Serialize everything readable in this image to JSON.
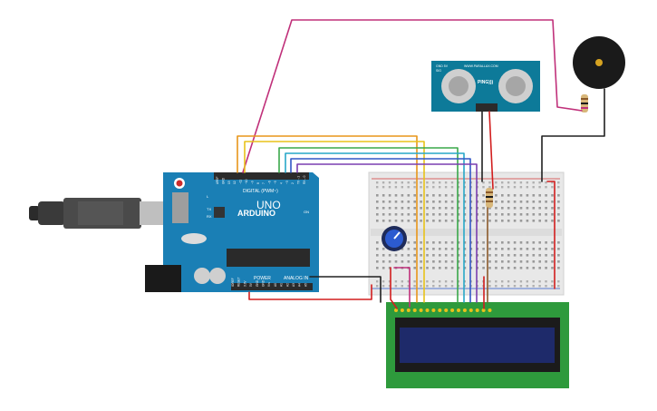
{
  "arduino": {
    "brand": "ARDUINO",
    "model": "UNO",
    "digital_label": "DIGITAL (PWM~)",
    "power_label": "POWER",
    "analog_label": "ANALOG IN",
    "pin_top": [
      "AREF",
      "GND",
      "13",
      "12",
      "~11",
      "~10",
      "~9",
      "8",
      "7",
      "~6",
      "~5",
      "4",
      "~3",
      "2",
      "TX→1",
      "RX←0"
    ],
    "pin_bottom": [
      "IOREF",
      "RESET",
      "3.3V",
      "5V",
      "GND",
      "GND",
      "Vin",
      "A0",
      "A1",
      "A2",
      "A3",
      "A4",
      "A5"
    ],
    "led_labels": [
      "L",
      "TX",
      "RX",
      "ON"
    ]
  },
  "sensor": {
    "name": "PING)))",
    "line1": "GND 5V",
    "line2": "SIG",
    "website": "WWW.PARALLAX.COM"
  },
  "colors": {
    "board": "#1a7fb5",
    "breadboard": "#e8e8e8",
    "lcd_pcb": "#2e9a3c",
    "lcd_screen": "#1e2a6a",
    "buzzer": "#1a1a1a",
    "wire_magenta": "#c0307a",
    "wire_orange": "#e8961a",
    "wire_yellow": "#e8c21a",
    "wire_green": "#3aa84a",
    "wire_cyan": "#27a7c8",
    "wire_blue": "#3157c6",
    "wire_purple": "#7a3fb0",
    "wire_red": "#d21e1e",
    "wire_black": "#202020",
    "wire_brown": "#8b5a2b"
  }
}
